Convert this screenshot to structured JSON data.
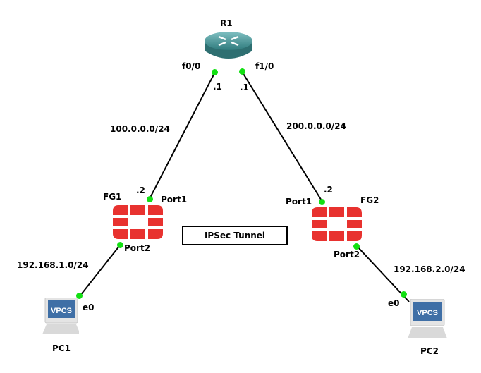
{
  "nodes": {
    "r1": {
      "name": "R1",
      "ports": {
        "f0": {
          "name": "f0/0",
          "ip": ".1"
        },
        "f1": {
          "name": "f1/0",
          "ip": ".1"
        }
      }
    },
    "fg1": {
      "name": "FG1",
      "ports": {
        "port1": {
          "name": "Port1",
          "ip": ".2"
        },
        "port2": {
          "name": "Port2"
        }
      }
    },
    "fg2": {
      "name": "FG2",
      "ports": {
        "port1": {
          "name": "Port1",
          "ip": ".2"
        },
        "port2": {
          "name": "Port2"
        }
      }
    },
    "pc1": {
      "name": "PC1",
      "screen": "VPCS",
      "port": "e0"
    },
    "pc2": {
      "name": "PC2",
      "screen": "VPCS",
      "port": "e0"
    }
  },
  "networks": {
    "r1_fg1": "100.0.0.0/24",
    "r1_fg2": "200.0.0.0/24",
    "fg1_lan": "192.168.1.0/24",
    "fg2_lan": "192.168.2.0/24"
  },
  "annotations": {
    "tunnel": "IPSec Tunnel"
  },
  "colors": {
    "link_dot": "#12e012",
    "fortigate": "#e8322f",
    "router": "#3d8a8c",
    "vpcs_screen": "#3f6fa6"
  }
}
